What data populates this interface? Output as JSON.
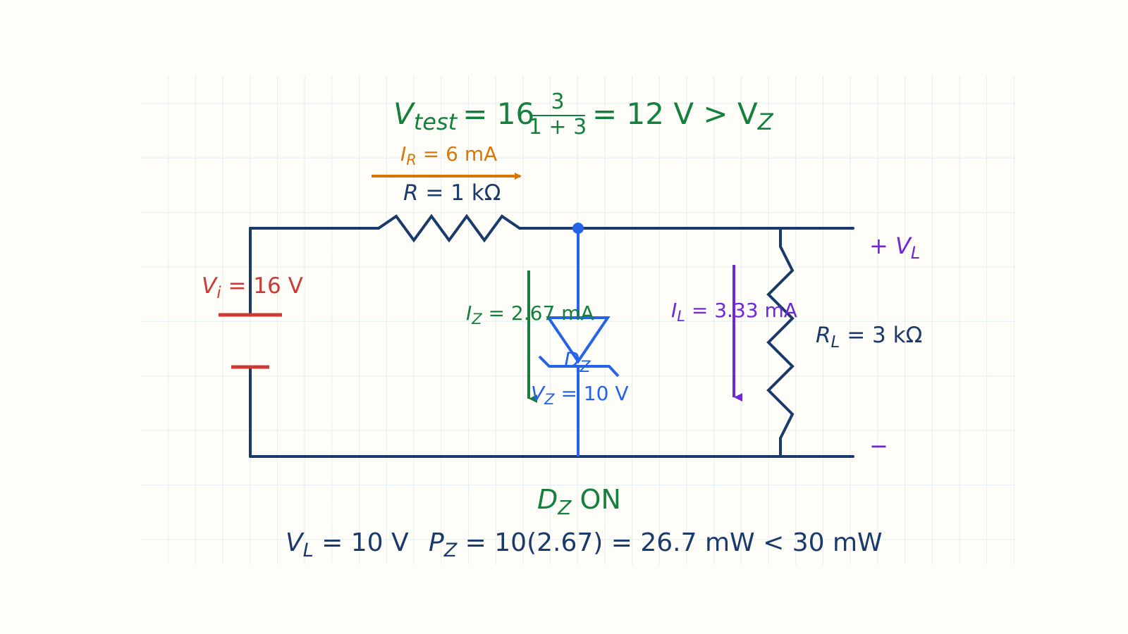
{
  "colors": {
    "background": "#fffdf8",
    "grid": "#e3eef1",
    "wire": "#1a3a6b",
    "source": "#cc3b33",
    "zener": "#2563eb",
    "green": "#15803d",
    "orange": "#d97706",
    "purple": "#6d28d9"
  },
  "title": {
    "lhs_sym": "V",
    "lhs_sub": "test",
    "eq1": "= 16",
    "frac_num": "3",
    "frac_den": "1 + 3",
    "rest": "= 12 V > V",
    "rest_sub": "Z"
  },
  "current_r": {
    "sym": "I",
    "sub": "R",
    "val": " = 6 mA"
  },
  "resistor_r": {
    "sym": "R",
    "val": " = 1 kΩ"
  },
  "source": {
    "sym": "V",
    "sub": "i",
    "val": " = 16 V"
  },
  "current_z": {
    "sym": "I",
    "sub": "Z",
    "val": " = 2.67 mA"
  },
  "zener": {
    "sym": "D",
    "sub": "Z",
    "v_sym": "V",
    "v_sub": "Z",
    "v_val": " = 10 V"
  },
  "current_l": {
    "sym": "I",
    "sub": "L",
    "val": " = 3.33 mA"
  },
  "load": {
    "sym": "R",
    "sub": "L",
    "val": " = 3 kΩ"
  },
  "terminal": {
    "plus": "+ ",
    "sym": "V",
    "sub": "L",
    "minus": "−"
  },
  "state": {
    "sym": "D",
    "sub": "Z",
    "val": " ON"
  },
  "result": {
    "vl_sym": "V",
    "vl_sub": "L",
    "vl_val": " = 10 V",
    "pz_sym": "P",
    "pz_sub": "Z",
    "pz_val": " = 10(2.67) = 26.7 mW < 30 mW"
  }
}
